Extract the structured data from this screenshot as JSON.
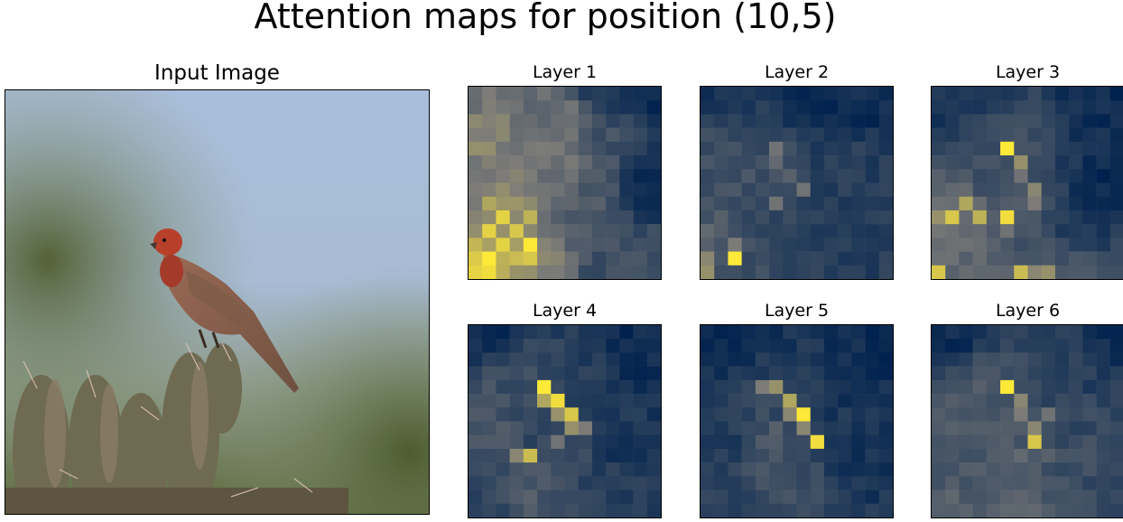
{
  "figure": {
    "title": "Attention maps for position (10,5)"
  },
  "input_image": {
    "title": "Input Image",
    "description_icon": "bird-on-cactus-photo-icon"
  },
  "colormap": {
    "name": "cividis",
    "low": "#00224e",
    "mid": "#7c7b78",
    "high": "#fee838"
  },
  "chart_data": {
    "type": "heatmap",
    "grid_size": 14,
    "panels": [
      {
        "title": "Layer 1",
        "hotspots": [
          [
            2,
            2,
            0.55
          ],
          [
            5,
            3,
            0.5
          ],
          [
            4,
            5,
            0.5
          ],
          [
            6,
            7,
            0.45
          ],
          [
            10,
            1,
            0.9
          ],
          [
            12,
            1,
            1.0
          ],
          [
            11,
            4,
            1.0
          ],
          [
            9,
            2,
            0.9
          ],
          [
            13,
            1,
            0.95
          ],
          [
            12,
            4,
            0.85
          ],
          [
            8,
            1,
            0.7
          ],
          [
            9,
            4,
            0.75
          ],
          [
            11,
            2,
            0.9
          ],
          [
            10,
            3,
            0.85
          ],
          [
            12,
            3,
            0.8
          ]
        ],
        "base": [
          [
            0,
            0,
            0.45
          ],
          [
            3,
            0,
            0.55
          ],
          [
            6,
            0,
            0.45
          ],
          [
            9,
            2,
            0.6
          ],
          [
            13,
            0,
            0.85
          ],
          [
            13,
            5,
            0.55
          ],
          [
            0,
            4,
            0.4
          ],
          [
            2,
            7,
            0.45
          ],
          [
            5,
            7,
            0.45
          ],
          [
            7,
            9,
            0.3
          ],
          [
            4,
            9,
            0.25
          ],
          [
            9,
            9,
            0.3
          ],
          [
            12,
            12,
            0.25
          ],
          [
            0,
            9,
            0.1
          ],
          [
            0,
            13,
            0.05
          ],
          [
            7,
            12,
            0.05
          ],
          [
            13,
            9,
            0.25
          ]
        ]
      },
      {
        "title": "Layer 2",
        "hotspots": [
          [
            12,
            2,
            1.0
          ],
          [
            4,
            5,
            0.45
          ],
          [
            5,
            5,
            0.4
          ],
          [
            7,
            7,
            0.45
          ],
          [
            8,
            5,
            0.45
          ],
          [
            11,
            2,
            0.5
          ],
          [
            13,
            0,
            0.6
          ],
          [
            10,
            0,
            0.4
          ],
          [
            12,
            0,
            0.55
          ],
          [
            6,
            6,
            0.35
          ]
        ],
        "base": [
          [
            0,
            0,
            0.1
          ],
          [
            5,
            0,
            0.25
          ],
          [
            9,
            0,
            0.3
          ],
          [
            13,
            2,
            0.25
          ],
          [
            5,
            4,
            0.25
          ],
          [
            9,
            5,
            0.2
          ],
          [
            13,
            8,
            0.15
          ],
          [
            0,
            8,
            0.05
          ],
          [
            0,
            13,
            0.05
          ],
          [
            6,
            11,
            0.15
          ],
          [
            11,
            11,
            0.15
          ],
          [
            8,
            9,
            0.15
          ]
        ]
      },
      {
        "title": "Layer 3",
        "hotspots": [
          [
            4,
            5,
            1.0
          ],
          [
            9,
            5,
            0.95
          ],
          [
            9,
            1,
            0.85
          ],
          [
            9,
            3,
            0.75
          ],
          [
            8,
            2,
            0.7
          ],
          [
            5,
            6,
            0.6
          ],
          [
            7,
            7,
            0.55
          ],
          [
            8,
            7,
            0.5
          ],
          [
            13,
            0,
            0.85
          ],
          [
            13,
            6,
            0.8
          ],
          [
            13,
            8,
            0.6
          ],
          [
            13,
            7,
            0.55
          ],
          [
            9,
            0,
            0.6
          ],
          [
            6,
            6,
            0.45
          ],
          [
            10,
            5,
            0.45
          ]
        ],
        "base": [
          [
            0,
            0,
            0.1
          ],
          [
            9,
            2,
            0.45
          ],
          [
            11,
            2,
            0.4
          ],
          [
            12,
            4,
            0.35
          ],
          [
            8,
            5,
            0.3
          ],
          [
            6,
            4,
            0.25
          ],
          [
            11,
            8,
            0.25
          ],
          [
            10,
            10,
            0.1
          ],
          [
            0,
            13,
            0.05
          ],
          [
            7,
            12,
            0.05
          ],
          [
            13,
            10,
            0.3
          ]
        ]
      },
      {
        "title": "Layer 4",
        "hotspots": [
          [
            4,
            5,
            1.0
          ],
          [
            5,
            6,
            0.95
          ],
          [
            6,
            7,
            0.85
          ],
          [
            9,
            4,
            0.8
          ],
          [
            7,
            7,
            0.6
          ],
          [
            5,
            5,
            0.7
          ],
          [
            6,
            6,
            0.6
          ],
          [
            7,
            8,
            0.5
          ],
          [
            9,
            3,
            0.55
          ],
          [
            8,
            6,
            0.45
          ]
        ],
        "base": [
          [
            0,
            0,
            0.05
          ],
          [
            4,
            2,
            0.25
          ],
          [
            8,
            2,
            0.3
          ],
          [
            10,
            1,
            0.25
          ],
          [
            12,
            4,
            0.3
          ],
          [
            7,
            4,
            0.2
          ],
          [
            9,
            7,
            0.25
          ],
          [
            11,
            9,
            0.15
          ],
          [
            13,
            0,
            0.15
          ],
          [
            0,
            13,
            0.05
          ],
          [
            8,
            10,
            0.1
          ]
        ]
      },
      {
        "title": "Layer 5",
        "hotspots": [
          [
            6,
            7,
            1.0
          ],
          [
            8,
            8,
            0.95
          ],
          [
            5,
            6,
            0.7
          ],
          [
            4,
            5,
            0.6
          ],
          [
            4,
            4,
            0.5
          ],
          [
            6,
            6,
            0.55
          ],
          [
            7,
            7,
            0.55
          ],
          [
            7,
            5,
            0.35
          ]
        ],
        "base": [
          [
            0,
            0,
            0.05
          ],
          [
            9,
            4,
            0.3
          ],
          [
            11,
            6,
            0.25
          ],
          [
            10,
            1,
            0.15
          ],
          [
            13,
            3,
            0.15
          ],
          [
            13,
            8,
            0.2
          ],
          [
            8,
            2,
            0.15
          ],
          [
            0,
            13,
            0.05
          ],
          [
            7,
            11,
            0.1
          ],
          [
            11,
            11,
            0.1
          ]
        ]
      },
      {
        "title": "Layer 6",
        "hotspots": [
          [
            4,
            5,
            1.0
          ],
          [
            8,
            7,
            0.85
          ],
          [
            5,
            6,
            0.55
          ],
          [
            6,
            6,
            0.5
          ],
          [
            7,
            7,
            0.55
          ],
          [
            6,
            8,
            0.45
          ],
          [
            9,
            6,
            0.4
          ],
          [
            9,
            8,
            0.35
          ]
        ],
        "base": [
          [
            0,
            0,
            0.05
          ],
          [
            5,
            3,
            0.3
          ],
          [
            8,
            2,
            0.3
          ],
          [
            11,
            3,
            0.3
          ],
          [
            12,
            6,
            0.35
          ],
          [
            13,
            10,
            0.3
          ],
          [
            9,
            10,
            0.25
          ],
          [
            7,
            10,
            0.2
          ],
          [
            2,
            10,
            0.15
          ],
          [
            0,
            13,
            0.05
          ],
          [
            12,
            12,
            0.2
          ],
          [
            13,
            1,
            0.35
          ],
          [
            10,
            0,
            0.3
          ]
        ]
      }
    ]
  }
}
